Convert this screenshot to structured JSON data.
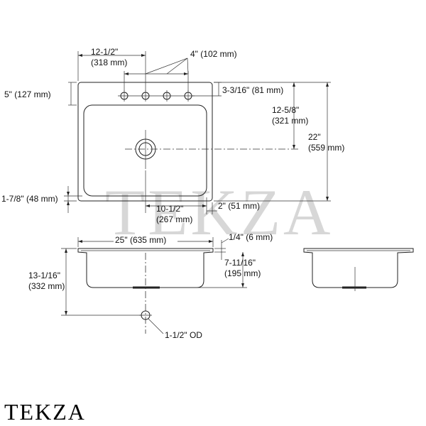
{
  "brand": {
    "logo_text": "TEKZA",
    "watermark_text": "TEKZA"
  },
  "dimensions": {
    "faucet_offset": {
      "line1": "12-1/2\"",
      "line2": "(318 mm)"
    },
    "faucet_spacing": "4\" (102 mm)",
    "top_edge_to_holes": "5\" (127 mm)",
    "hole_row": "3-3/16\" (81 mm)",
    "drain_from_top": {
      "line1": "12-5/8\"",
      "line2": "(321 mm)"
    },
    "overall_depth": {
      "line1": "22\"",
      "line2": "(559 mm)"
    },
    "front_ledge": "1-7/8\" (48 mm)",
    "drain_from_side": {
      "line1": "10-1/2\"",
      "line2": "(267 mm)"
    },
    "side_ledge": "2\" (51 mm)",
    "overall_width": "25\" (635 mm)",
    "rim_thickness": "1/4\" (6 mm)",
    "bowl_depth": {
      "line1": "7-11/16\"",
      "line2": "(195 mm)"
    },
    "drain_center_height": {
      "line1": "13-1/16\"",
      "line2": "(332 mm)"
    },
    "drain_outlet": "1-1/2\" OD"
  }
}
